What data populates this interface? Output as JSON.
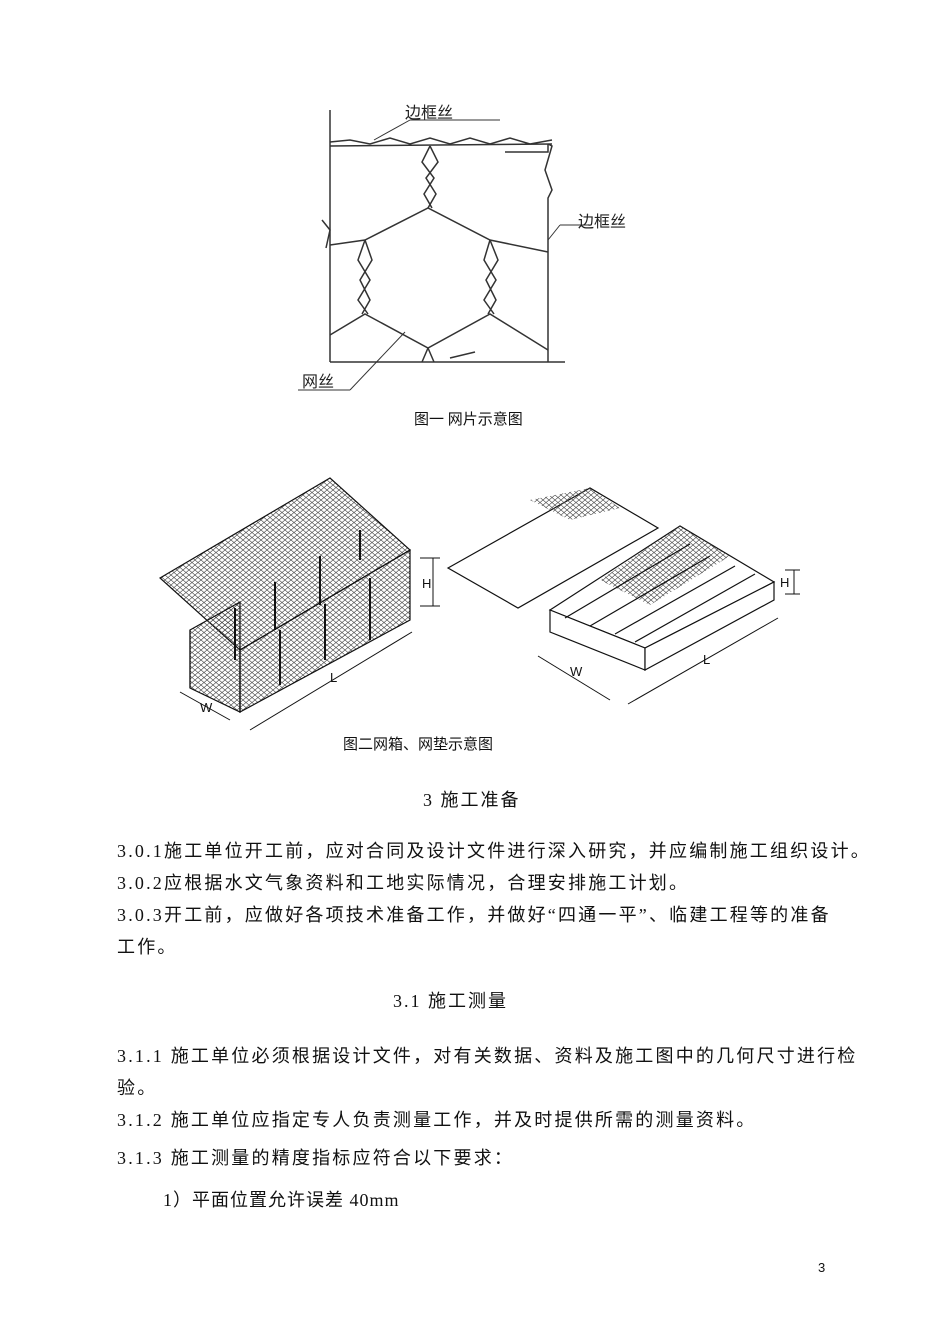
{
  "figure1": {
    "label_top": "边框丝",
    "label_right": "边框丝",
    "label_mesh": "网丝",
    "caption": "图一  网片示意图"
  },
  "figure2": {
    "left_h": "H",
    "left_l": "L",
    "left_w": "W",
    "right_h": "H",
    "right_l": "L",
    "right_w": "W",
    "caption": "图二网箱、网垫示意图"
  },
  "section3": {
    "heading": "3   施工准备",
    "lines": [
      "3.0.1施工单位开工前，应对合同及设计文件进行深入研究，并应编制施工组织设计。",
      "3.0.2应根据水文气象资料和工地实际情况，合理安排施工计划。",
      "3.0.3开工前，应做好各项技术准备工作，并做好“四通一平”、临建工程等的准备",
      "工作。"
    ]
  },
  "section31": {
    "heading": "3.1    施工测量",
    "lines": [
      "3.1.1 施工单位必须根据设计文件，对有关数据、资料及施工图中的几何尺寸进行检",
      "验。",
      "3.1.2  施工单位应指定专人负责测量工作，并及时提供所需的测量资料。",
      "3.1.3  施工测量的精度指标应符合以下要求："
    ],
    "item1": "1）平面位置允许误差 40mm"
  },
  "page_number": "3"
}
